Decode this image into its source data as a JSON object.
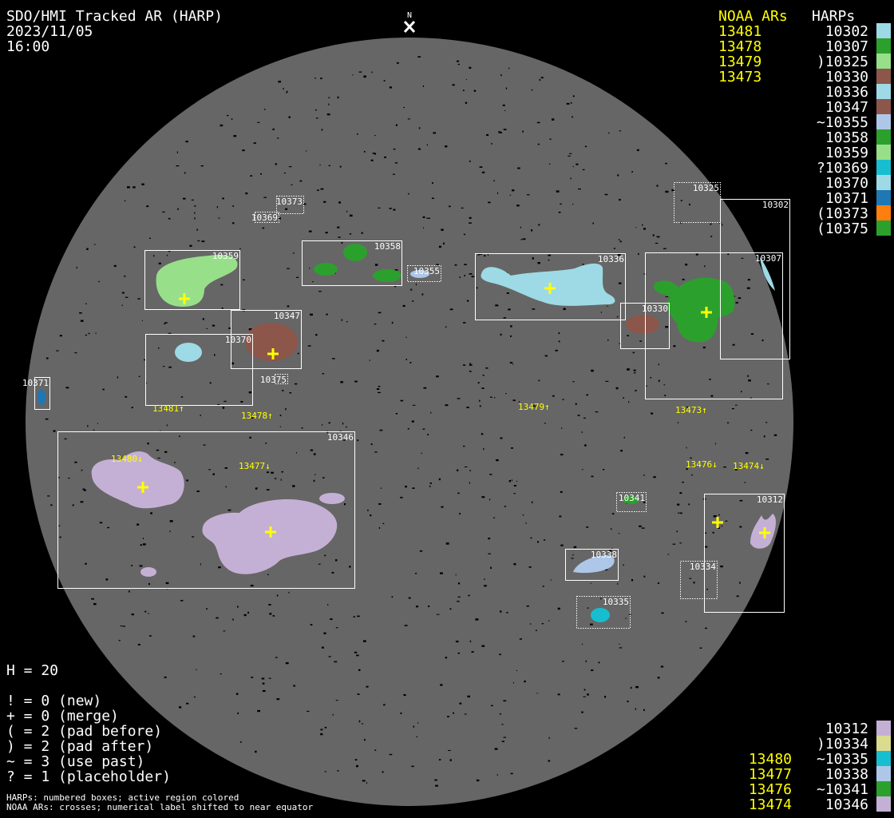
{
  "header": {
    "title": "SDO/HMI Tracked AR (HARP)",
    "date": "2023/11/05",
    "time": "16:00",
    "north_label": "N"
  },
  "top_list": {
    "noaa_heading": "NOAA ARs",
    "harps_heading": "HARPs",
    "noaa": [
      "13481",
      "13478",
      "13479",
      "13473"
    ],
    "harps": [
      {
        "label": "10302",
        "color": "#9edae5"
      },
      {
        "label": "10307",
        "color": "#2ca02c"
      },
      {
        "label": ")10325",
        "color": "#98df8a"
      },
      {
        "label": "10330",
        "color": "#8c564b"
      },
      {
        "label": "10336",
        "color": "#9edae5"
      },
      {
        "label": "10347",
        "color": "#8c564b"
      },
      {
        "label": "~10355",
        "color": "#aec7e8"
      },
      {
        "label": "10358",
        "color": "#2ca02c"
      },
      {
        "label": "10359",
        "color": "#98df8a"
      },
      {
        "label": "?10369",
        "color": "#17becf"
      },
      {
        "label": "10370",
        "color": "#9edae5"
      },
      {
        "label": "10371",
        "color": "#1f77b4"
      },
      {
        "label": "(10373",
        "color": "#ff7f0e"
      },
      {
        "label": "(10375",
        "color": "#2ca02c"
      }
    ]
  },
  "bottom_list": {
    "rows": [
      {
        "noaa": "",
        "label": "10312",
        "color": "#c5b0d5"
      },
      {
        "noaa": "",
        "label": ")10334",
        "color": "#dbdb8d"
      },
      {
        "noaa": "13480",
        "label": "~10335",
        "color": "#17becf"
      },
      {
        "noaa": "13477",
        "label": "10338",
        "color": "#aec7e8"
      },
      {
        "noaa": "13476",
        "label": "~10341",
        "color": "#2ca02c"
      },
      {
        "noaa": "13474",
        "label": "10346",
        "color": "#c5b0d5"
      }
    ]
  },
  "legend": {
    "h_count": "H = 20",
    "lines": [
      "! = 0 (new)",
      "+ = 0 (merge)",
      "( = 2 (pad before)",
      ") = 2 (pad after)",
      "~ = 3 (use past)",
      "? = 1 (placeholder)"
    ],
    "footnotes": [
      "HARPs: numbered boxes; active region colored",
      "NOAA ARs: crosses; numerical label shifted to near equator"
    ]
  },
  "disk": {
    "harp_boxes": [
      "10302",
      "10307",
      "10325",
      "10330",
      "10336",
      "10347",
      "10358",
      "10355",
      "10359",
      "10369",
      "10373",
      "10370",
      "10371",
      "10375",
      "10346",
      "10341",
      "10338",
      "10335",
      "10334",
      "10312"
    ],
    "noaa_labels": [
      "13481↑",
      "13478↑",
      "13479↑",
      "13473↑",
      "13480↓",
      "13477↓",
      "13476↓",
      "13474↓"
    ]
  },
  "colors": {
    "disk": "#666666",
    "background": "#000000",
    "noaa": "#ffff00",
    "box": "#ffffff"
  }
}
